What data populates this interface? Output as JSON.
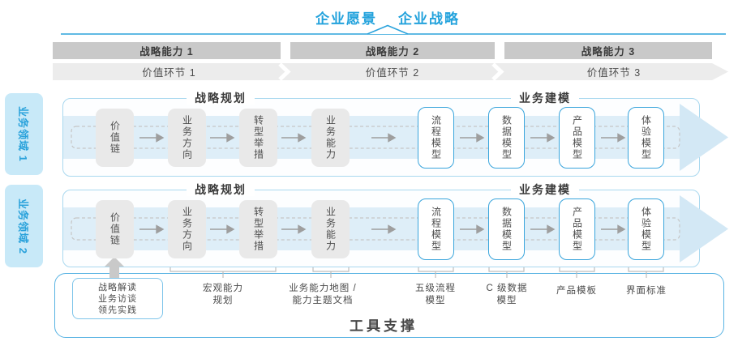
{
  "header": {
    "vision": "企业愿景",
    "strategy": "企业战略"
  },
  "capability_bars": [
    "战略能力 1",
    "战略能力 2",
    "战略能力 3"
  ],
  "value_links": [
    "价值环节 1",
    "价值环节 2",
    "价值环节 3"
  ],
  "domains": [
    "业务领域 1",
    "业务领域 2"
  ],
  "flow": {
    "planning_title": "战略规划",
    "modeling_title": "业务建模",
    "planning_boxes": [
      "价值链",
      "业务方向",
      "转型举措",
      "业务能力"
    ],
    "modeling_boxes": [
      "流程模型",
      "数据模型",
      "产品模型",
      "体验模型"
    ]
  },
  "annotations": {
    "practice": [
      "战略解读",
      "业务访谈",
      "领先实践"
    ],
    "labels": [
      [
        "宏观能力",
        "规划"
      ],
      [
        "业务能力地图 /",
        "能力主题文档"
      ],
      [
        "五级流程",
        "模型"
      ],
      [
        "C 级数据",
        "模型"
      ],
      [
        "产品模板"
      ],
      [
        "界面标准"
      ]
    ]
  },
  "tool_support": {
    "label": "工具支撑"
  },
  "colors": {
    "accent_blue": "#29A3DC",
    "light_blue_fill": "#C8E9F8",
    "band_blue": "#DEEEF8",
    "bar_gray": "#C9C9C9",
    "box_gray": "#E9E9E9"
  }
}
